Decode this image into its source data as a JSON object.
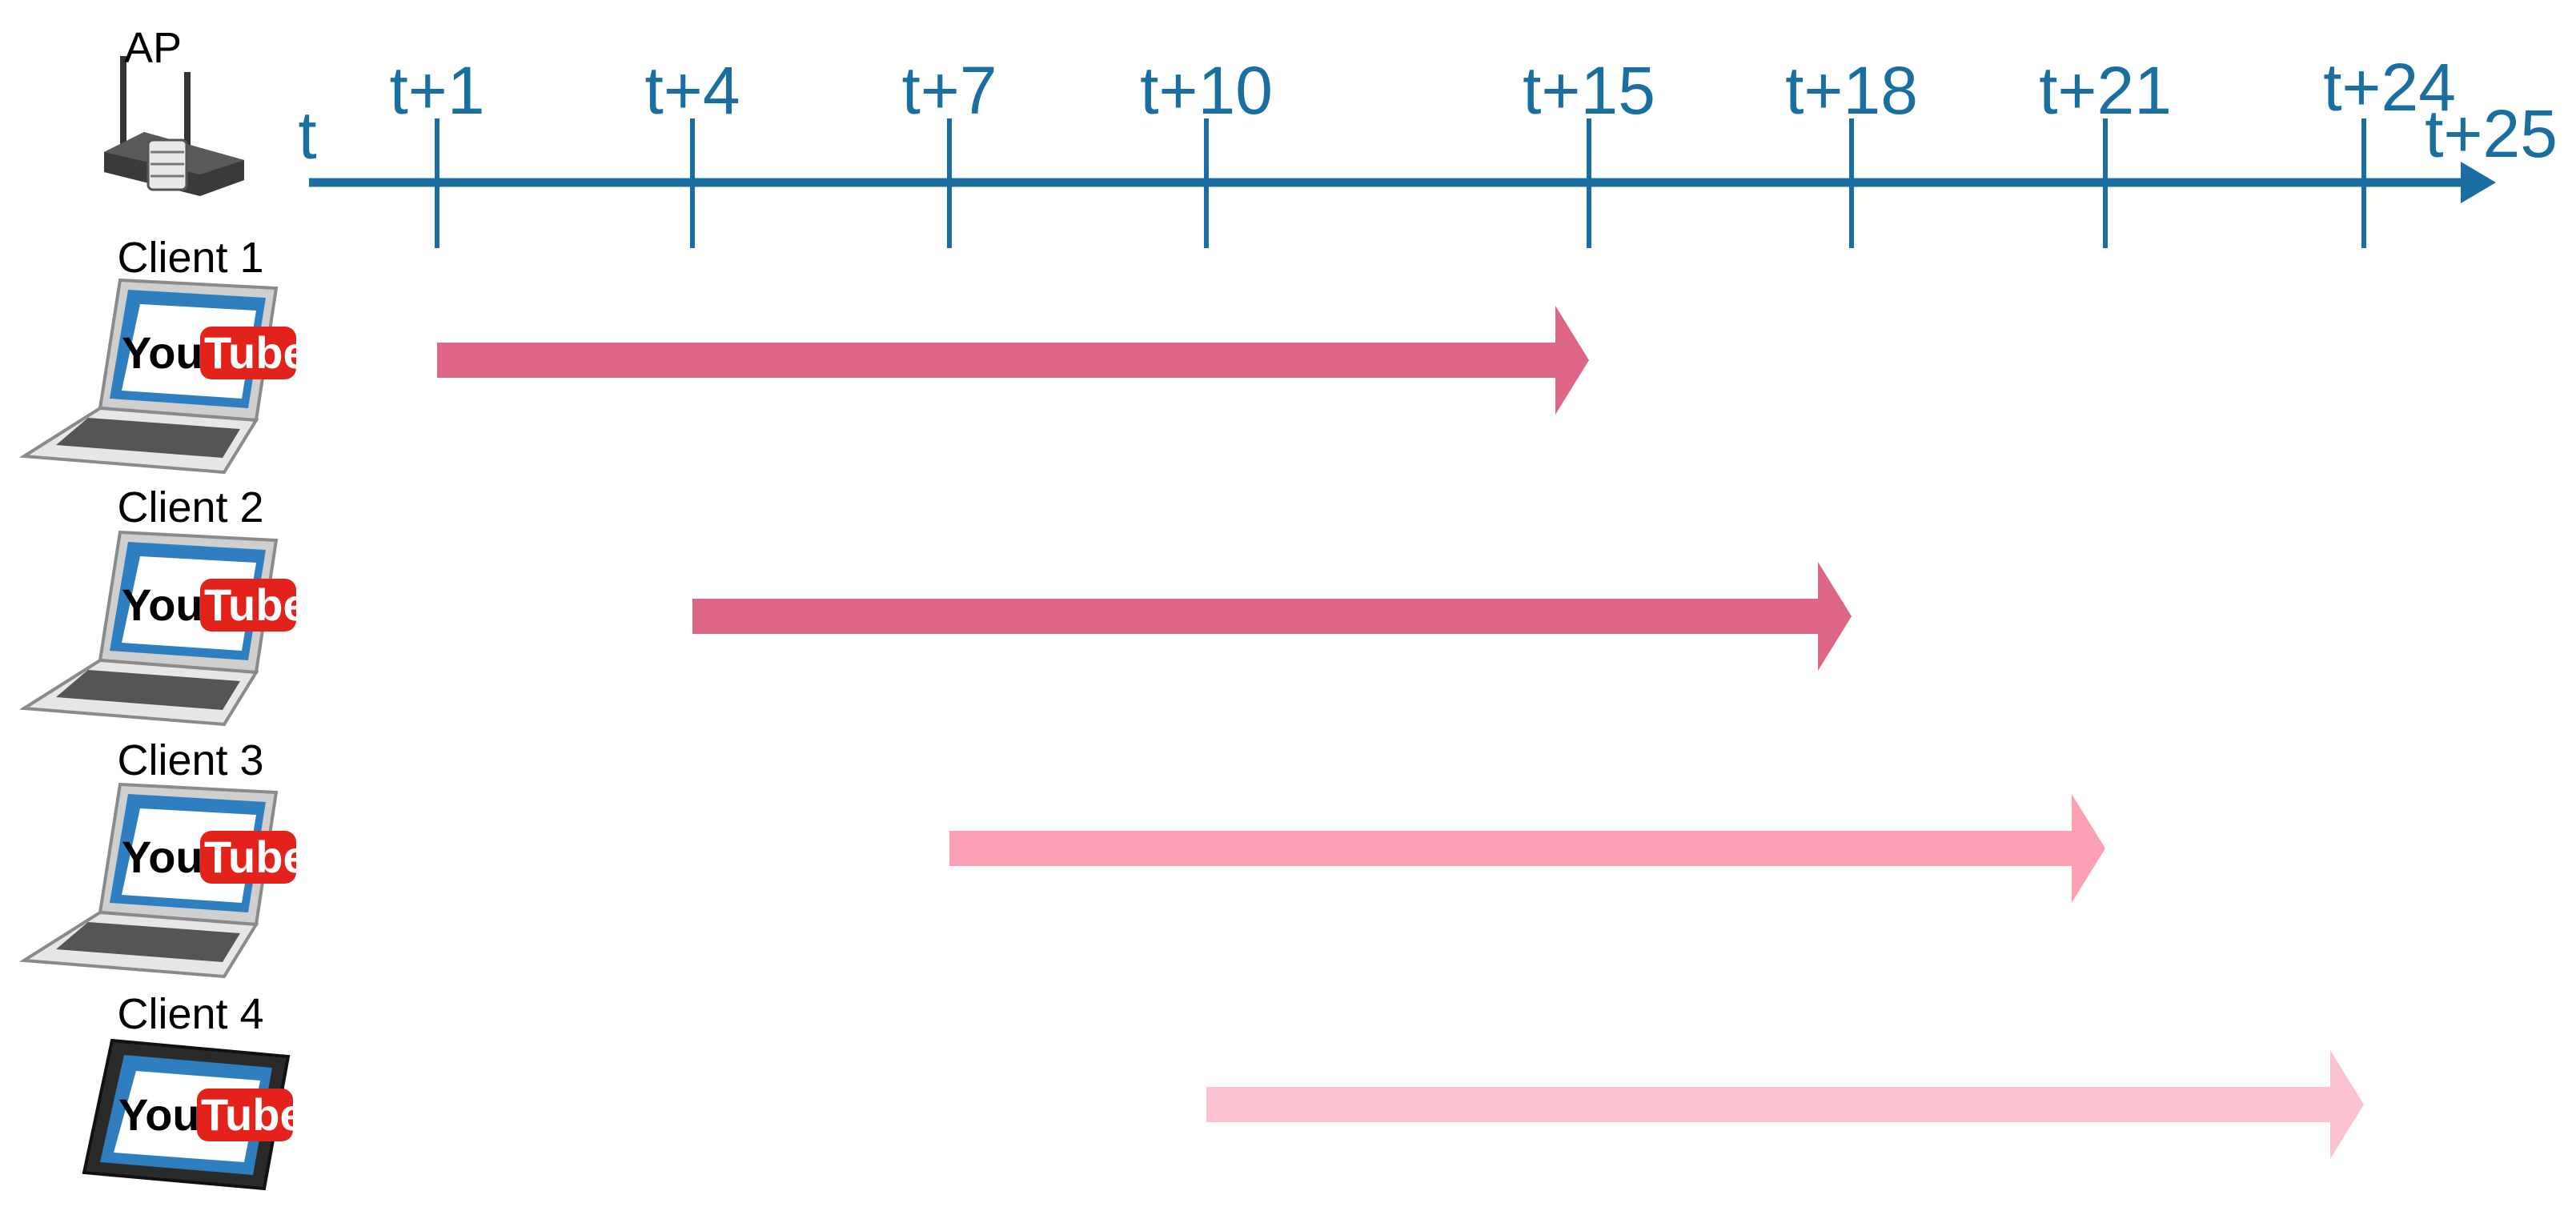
{
  "ap": {
    "label": "AP"
  },
  "timeline": {
    "ticks": [
      {
        "offset": 0,
        "label": "t"
      },
      {
        "offset": 1,
        "label": "t+1"
      },
      {
        "offset": 4,
        "label": "t+4"
      },
      {
        "offset": 7,
        "label": "t+7"
      },
      {
        "offset": 10,
        "label": "t+10"
      },
      {
        "offset": 15,
        "label": "t+15"
      },
      {
        "offset": 18,
        "label": "t+18"
      },
      {
        "offset": 21,
        "label": "t+21"
      },
      {
        "offset": 24,
        "label": "t+24"
      },
      {
        "offset": 25,
        "label": "t+25"
      }
    ],
    "axis_color": "#1a6fa0"
  },
  "clients": [
    {
      "label": "Client 1",
      "device": "laptop",
      "icon_text": [
        "You",
        "Tube"
      ],
      "start": 1,
      "end": 15,
      "color": "#dd6687"
    },
    {
      "label": "Client 2",
      "device": "laptop",
      "icon_text": [
        "You",
        "Tube"
      ],
      "start": 4,
      "end": 18,
      "color": "#dd6687"
    },
    {
      "label": "Client 3",
      "device": "laptop",
      "icon_text": [
        "You",
        "Tube"
      ],
      "start": 7,
      "end": 21,
      "color": "#fca0b3"
    },
    {
      "label": "Client 4",
      "device": "tablet",
      "icon_text": [
        "You",
        "Tube"
      ],
      "start": 10,
      "end": 24,
      "color": "#fdc2cf"
    }
  ]
}
